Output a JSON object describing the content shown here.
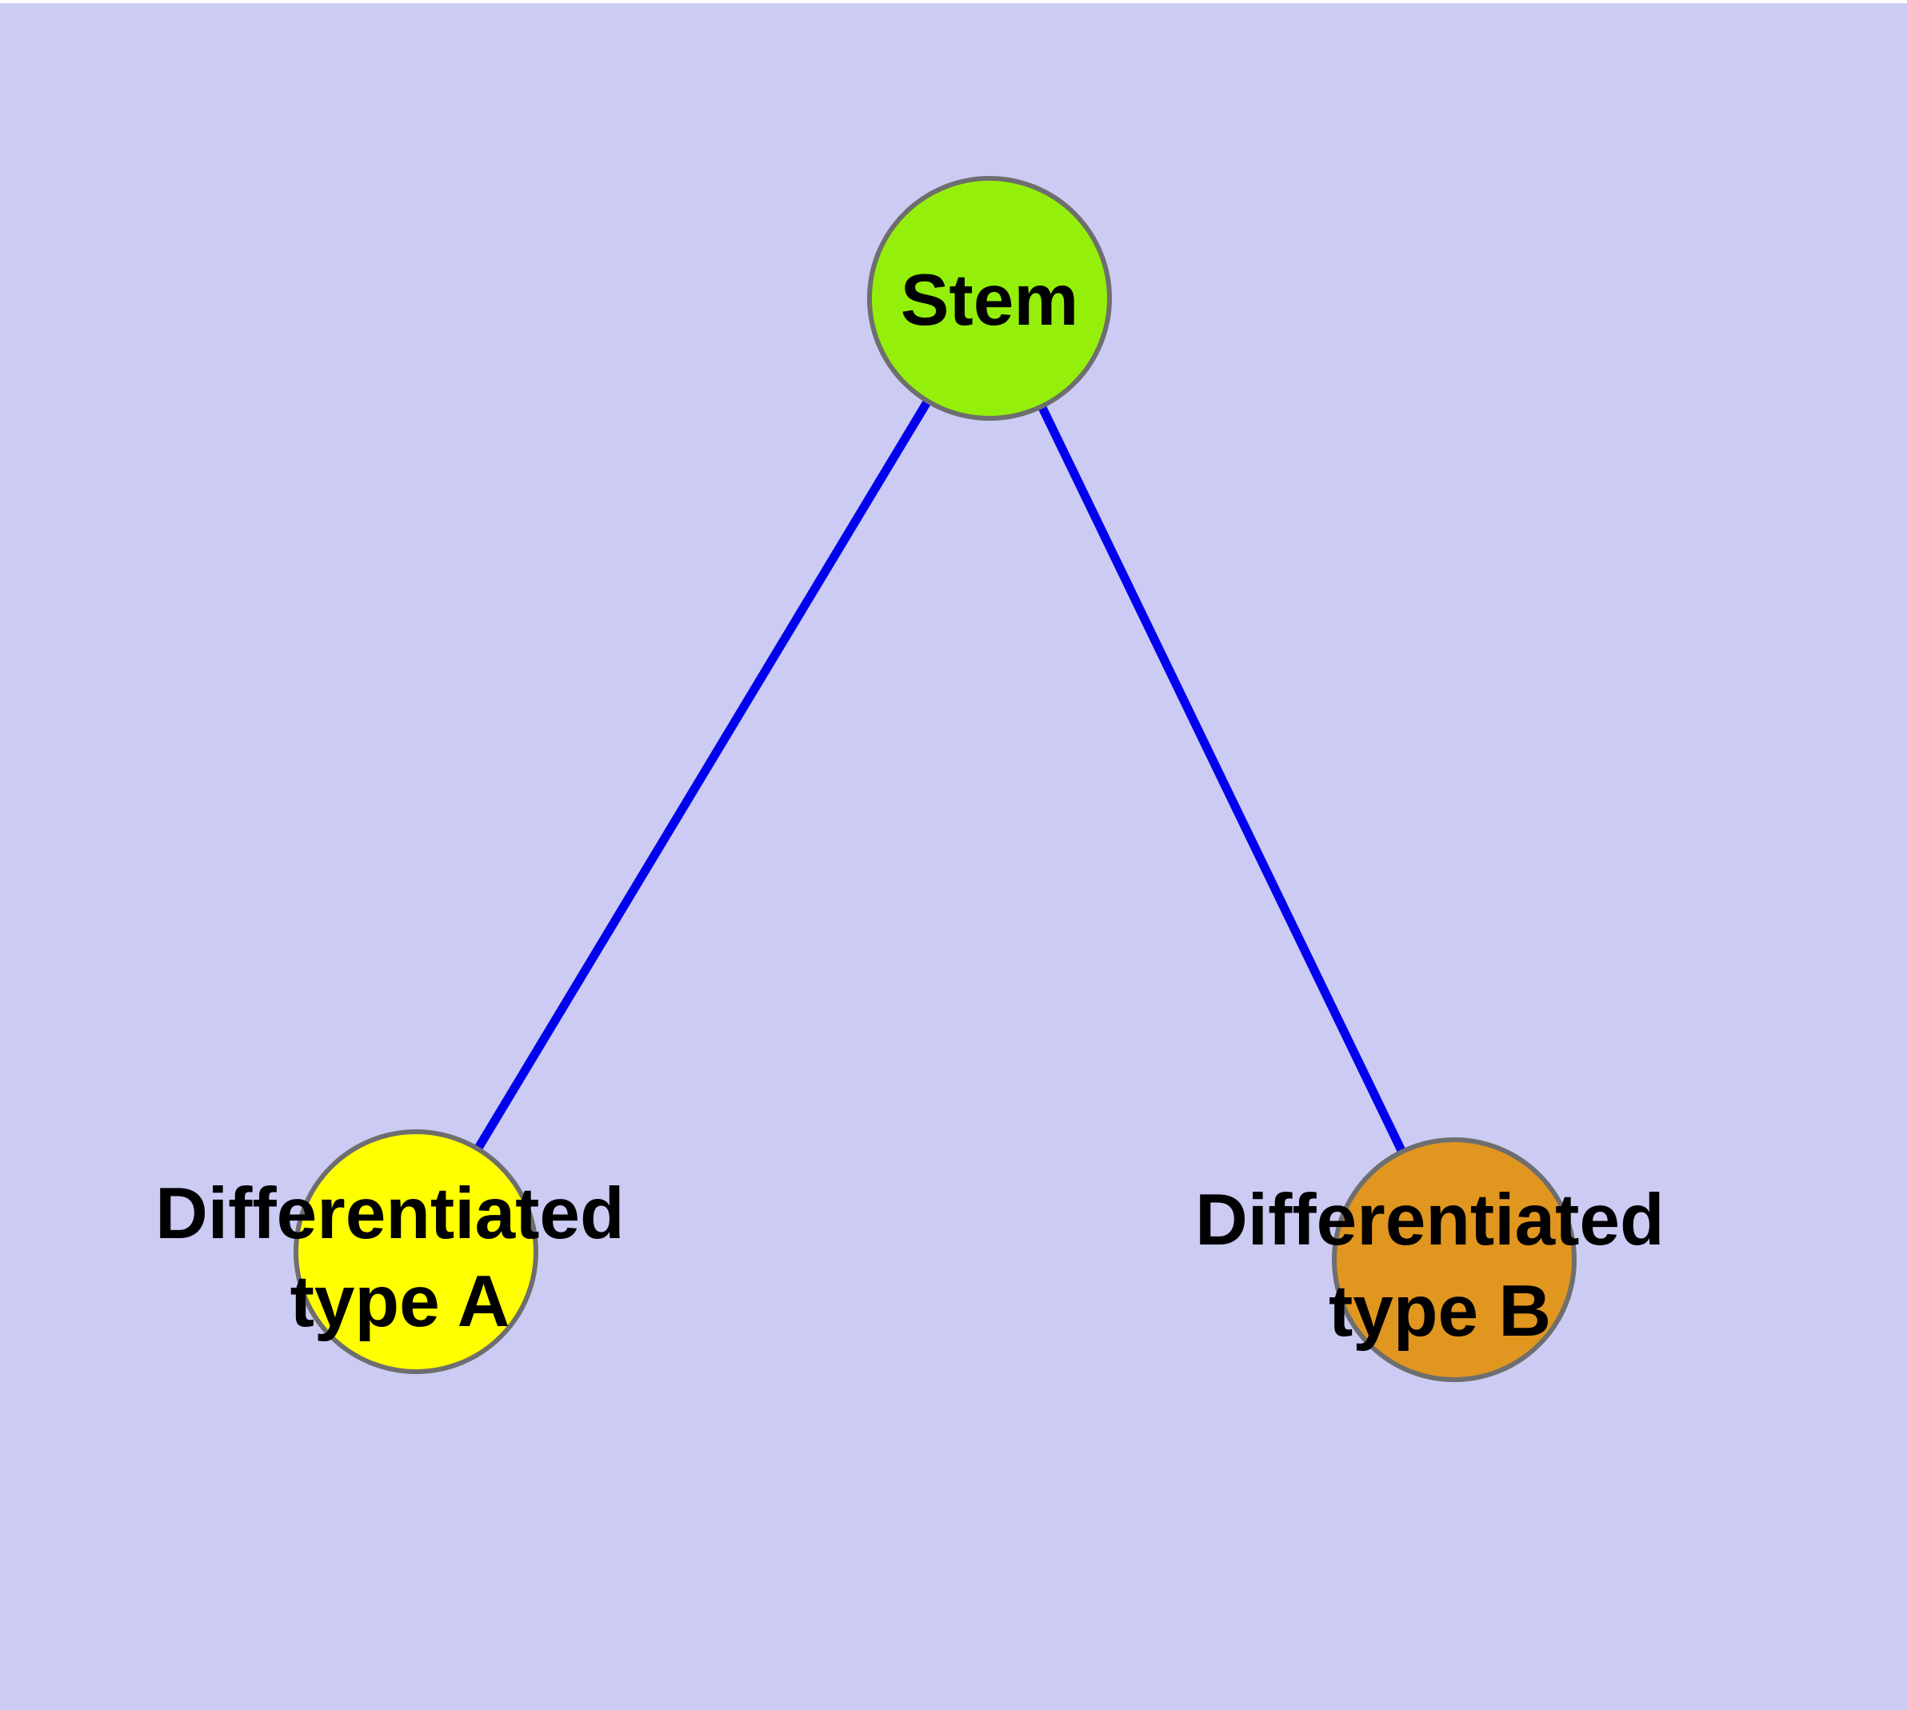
{
  "canvas": {
    "background": "#CBCBF4",
    "top_strip_color": "#FFFFFF"
  },
  "diagram": {
    "type": "graph",
    "edge_color": "#0000EE",
    "node_stroke_color": "#6E6E6E",
    "label_color": "#000000",
    "nodes": [
      {
        "id": "stem",
        "label": "Stem",
        "fill": "#94F00A"
      },
      {
        "id": "differentiated-type-a",
        "label": "Differentiated type A",
        "line1": "Differentiated",
        "line2": "type A",
        "fill": "#FFFF00"
      },
      {
        "id": "differentiated-type-b",
        "label": "Differentiated type B",
        "line1": "Differentiated",
        "line2": "type B",
        "fill": "#E0961F"
      }
    ],
    "edges": [
      {
        "from": "Stem",
        "to": "Differentiated type A"
      },
      {
        "from": "Stem",
        "to": "Differentiated type B"
      }
    ]
  }
}
